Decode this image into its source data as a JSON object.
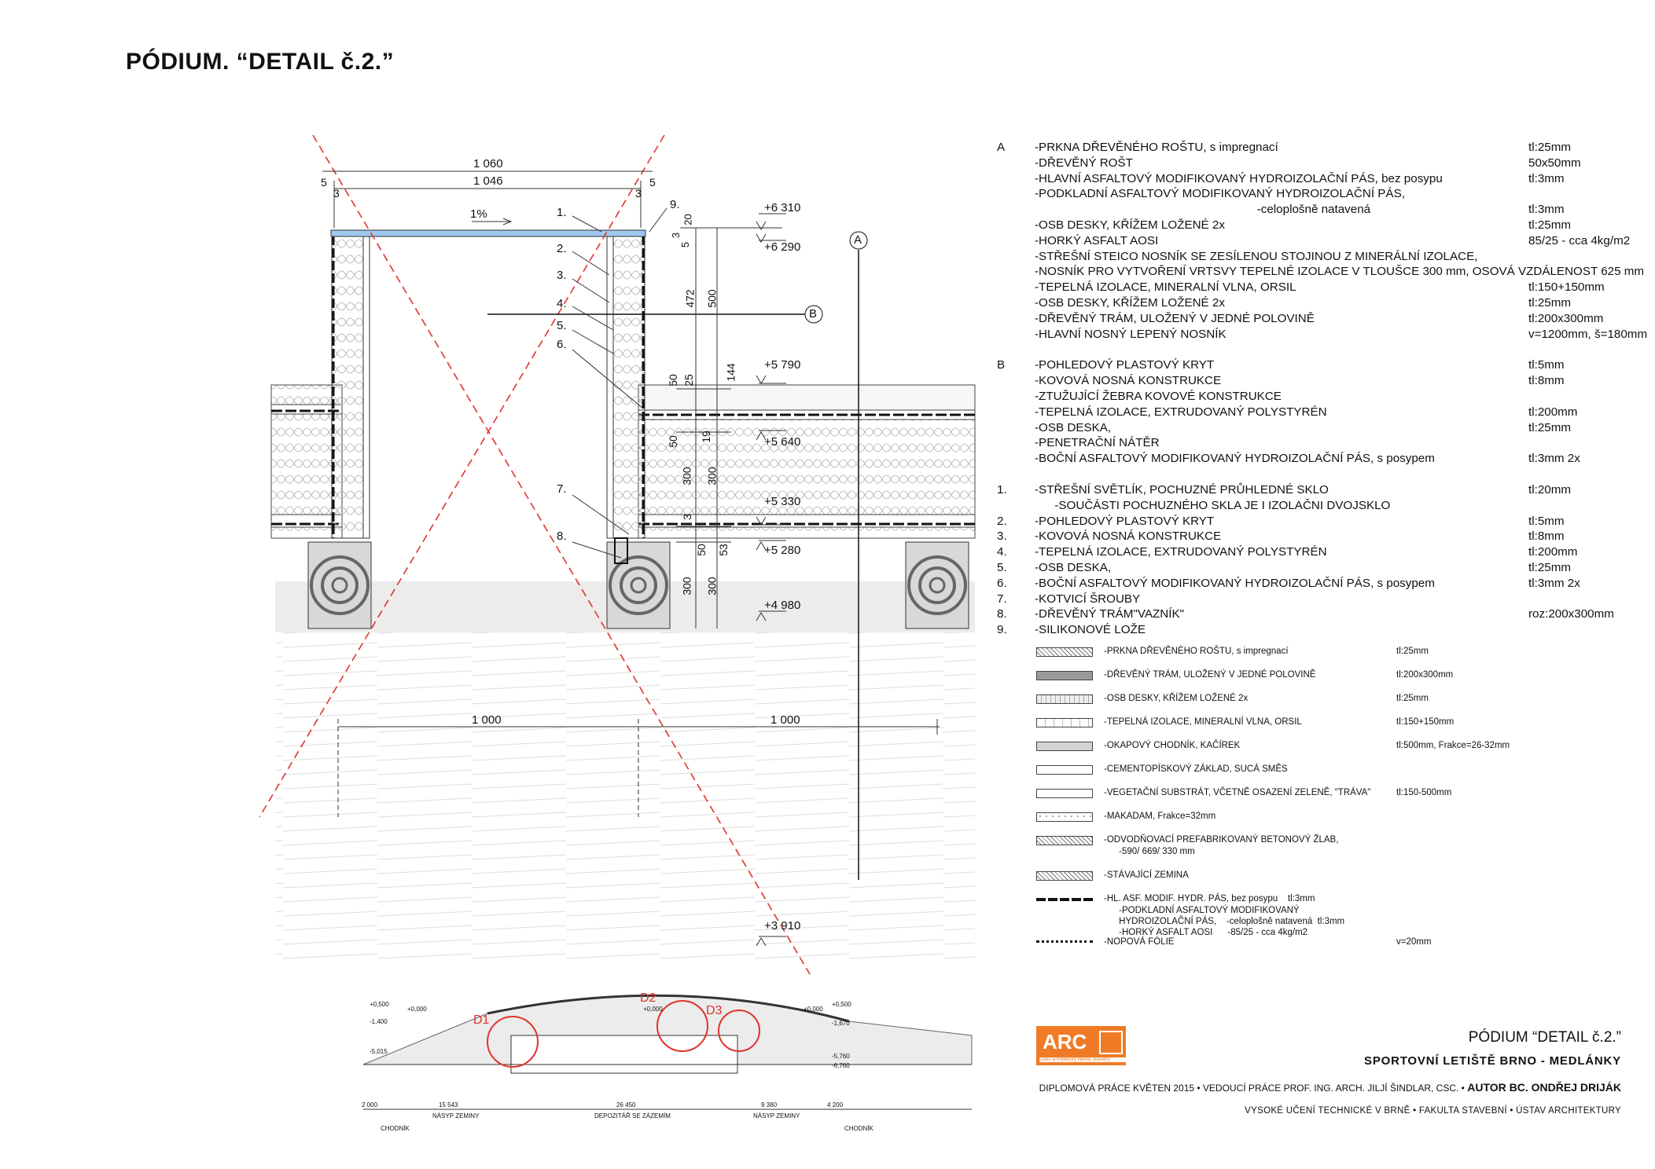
{
  "title": "PÓDIUM. “DETAIL č.2.”",
  "detail": {
    "dims": {
      "d1060": "1 060",
      "d1046": "1 046",
      "d5l": "5",
      "d3l": "3",
      "d5r": "5",
      "d3r": "3",
      "slope": "1%",
      "d20": "20",
      "d3": "3",
      "d5": "5",
      "d472": "472",
      "d500": "500",
      "d50a": "50",
      "d25": "25",
      "d144": "144",
      "d50b": "50",
      "d19": "19",
      "d300a": "300",
      "d300b": "300",
      "d3b": "3",
      "d50c": "50",
      "d53": "53",
      "d300c": "300",
      "d300d": "300",
      "d1000a": "1 000",
      "d1000b": "1 000"
    },
    "levels": [
      "+6 310",
      "+6 290",
      "+5 790",
      "+5 640",
      "+5 330",
      "+5 280",
      "+4 980",
      "+3 910"
    ],
    "callouts": [
      "1.",
      "2.",
      "3.",
      "4.",
      "5.",
      "6.",
      "7.",
      "8.",
      "9."
    ],
    "markers": {
      "a": "A",
      "b": "B"
    }
  },
  "spec": [
    {
      "code": "A",
      "desc": "-PRKNA DŘEVĚNÉHO ROŠTU, s impregnací",
      "val": "tl:25mm"
    },
    {
      "code": "",
      "desc": "-DŘEVĚNÝ ROŠT",
      "val": "50x50mm"
    },
    {
      "code": "",
      "desc": "-HLAVNÍ ASFALTOVÝ MODIFIKOVANÝ HYDROIZOLAČNÍ PÁS, bez posypu",
      "val": "tl:3mm"
    },
    {
      "code": "",
      "desc": "-PODKLADNÍ ASFALTOVÝ MODIFIKOVANÝ HYDROIZOLAČNÍ PÁS,",
      "val": ""
    },
    {
      "code": "",
      "desc": "                                                                   -celoplošně natavená",
      "val": "tl:3mm"
    },
    {
      "code": "",
      "desc": "-OSB DESKY, KŘÍŽEM LOŽENÉ 2x",
      "val": "tl:25mm"
    },
    {
      "code": "",
      "desc": "-HORKÝ ASFALT AOSI",
      "val": "85/25 - cca 4kg/m2"
    },
    {
      "code": "",
      "desc": "-STŘEŠNÍ STEICO NOSNÍK SE ZESÍLENOU STOJINOU Z MINERÁLNÍ IZOLACE,",
      "val": ""
    },
    {
      "code": "",
      "desc": "-NOSNÍK PRO VYTVOŘENÍ VRTSVY TEPELNÉ IZOLACE V TLOUŠCE 300 mm, OSOVÁ VZDÁLENOST 625 mm",
      "val": ""
    },
    {
      "code": "",
      "desc": "-TEPELNÁ IZOLACE, MINERALNÍ VLNA, ORSIL",
      "val": "tl:150+150mm"
    },
    {
      "code": "",
      "desc": "-OSB DESKY, KŘÍŽEM LOŽENÉ 2x",
      "val": "tl:25mm"
    },
    {
      "code": "",
      "desc": "-DŘEVĚNÝ TRÁM, ULOŽENÝ V JEDNÉ POLOVINĚ",
      "val": "tl:200x300mm"
    },
    {
      "code": "",
      "desc": "-HLAVNÍ NOSNÝ LEPENÝ NOSNÍK",
      "val": "v=1200mm, š=180mm"
    },
    {
      "gap": true
    },
    {
      "code": "B",
      "desc": "-POHLEDOVÝ PLASTOVÝ KRYT",
      "val": "tl:5mm"
    },
    {
      "code": "",
      "desc": "-KOVOVÁ NOSNÁ KONSTRUKCE",
      "val": "tl:8mm"
    },
    {
      "code": "",
      "desc": "-ZTUŽUJÍCÍ ŽEBRA KOVOVÉ KONSTRUKCE",
      "val": ""
    },
    {
      "code": "",
      "desc": "-TEPELNÁ IZOLACE, EXTRUDOVANÝ POLYSTYRÉN",
      "val": "tl:200mm"
    },
    {
      "code": "",
      "desc": "-OSB DESKA,",
      "val": "tl:25mm"
    },
    {
      "code": "",
      "desc": "-PENETRAČNÍ NÁTĚR",
      "val": ""
    },
    {
      "code": "",
      "desc": "-BOČNÍ ASFALTOVÝ MODIFIKOVANÝ HYDROIZOLAČNÍ PÁS, s posypem",
      "val": "tl:3mm 2x"
    },
    {
      "gap": true
    },
    {
      "code": "1.",
      "desc": "-STŘEŠNÍ SVĚTLÍK, POCHUZNÉ PRŮHLEDNÉ SKLO",
      "val": "tl:20mm"
    },
    {
      "code": "",
      "desc": "      -SOUČÁSTI POCHUZNÉHO SKLA JE I IZOLAČNI DVOJSKLO",
      "val": ""
    },
    {
      "code": "2.",
      "desc": "-POHLEDOVÝ PLASTOVÝ KRYT",
      "val": "tl:5mm"
    },
    {
      "code": "3.",
      "desc": "-KOVOVÁ NOSNÁ KONSTRUKCE",
      "val": "tl:8mm"
    },
    {
      "code": "4.",
      "desc": "-TEPELNÁ IZOLACE, EXTRUDOVANÝ POLYSTYRÉN",
      "val": "tl:200mm"
    },
    {
      "code": "5.",
      "desc": "-OSB DESKA,",
      "val": "tl:25mm"
    },
    {
      "code": "6.",
      "desc": "-BOČNÍ ASFALTOVÝ MODIFIKOVANÝ HYDROIZOLAČNÍ PÁS, s posypem",
      "val": "tl:3mm 2x"
    },
    {
      "code": "7.",
      "desc": "-KOTVICÍ ŠROUBY",
      "val": ""
    },
    {
      "code": "8.",
      "desc": "-DŘEVĚNÝ TRÁM\"VAZNÍK\"",
      "val": "roz:200x300mm"
    },
    {
      "code": "9.",
      "desc": "-SILIKONOVÉ LOŽE",
      "val": ""
    }
  ],
  "legend": [
    {
      "pattern": "hatch",
      "text": "-PRKNA DŘEVĚNÉHO ROŠTU, s impregnací",
      "val": "tl:25mm"
    },
    {
      "pattern": "timber",
      "text": "-DŘEVĚNÝ TRÁM, ULOŽENÝ V JEDNÉ POLOVINĚ",
      "val": "tl:200x300mm"
    },
    {
      "pattern": "osb",
      "text": "-OSB DESKY, KŘÍŽEM LOŽENÉ 2x",
      "val": "tl:25mm"
    },
    {
      "pattern": "insul",
      "text": "-TEPELNÁ IZOLACE, MINERALNÍ VLNA, ORSIL",
      "val": "tl:150+150mm"
    },
    {
      "pattern": "gravel",
      "text": "-OKAPOVÝ CHODNÍK, KAČÍREK",
      "val": "tl:500mm, Frakce=26-32mm"
    },
    {
      "pattern": "plain",
      "text": "-CEMENTOPÍSKOVÝ ZÁKLAD, SUCÁ SMĚS",
      "val": ""
    },
    {
      "pattern": "plain",
      "text": "-VEGETAČNÍ SUBSTRÁT, VČETNĚ OSAZENÍ ZELENĚ, \"TRÁVA\"",
      "val": "tl:150-500mm"
    },
    {
      "pattern": "dots",
      "text": "-MAKADAM, Frakce=32mm",
      "val": ""
    },
    {
      "pattern": "dense",
      "text": "-ODVODŇOVACÍ PREFABRIKOVANÝ BETONOVÝ ŽLAB,",
      "val": "",
      "text2": "      -590/ 669/ 330 mm"
    },
    {
      "pattern": "diag",
      "text": "-STÁVAJÍCÍ ZEMINA",
      "val": ""
    },
    {
      "pattern": "dash",
      "text": "-HL. ASF. MODIF. HYDR. PÁS, bez posypu    tl:3mm",
      "val": "",
      "lines": [
        "      -PODKLADNÍ ASFALTOVÝ MODIFIKOVANÝ",
        "      HYDROIZOLAČNÍ PÁS,    -celoplošně natavená  tl:3mm",
        "      -HORKÝ ASFALT AOSI      -85/25 - cca 4kg/m2"
      ]
    },
    {
      "pattern": "wave",
      "text": "-NOPOVÁ FÓLIE",
      "val": "v=20mm"
    }
  ],
  "section": {
    "labels": {
      "d1": "D1",
      "d2": "D2",
      "d3": "D3"
    },
    "levels": [
      "+0,500",
      "+0,000",
      "-1,400",
      "-5,015",
      "+0,000",
      "+0,500",
      "+0,000",
      "-1,670",
      "-5,760",
      "-6,760"
    ],
    "dims": [
      "2 000",
      "15 543",
      "26 450",
      "9 380",
      "4 200"
    ],
    "zones": [
      "NÁSYP ZEMINY",
      "DEPOZITÁŘ SE ZÁZEMÍM",
      "NÁSYP ZEMINY"
    ],
    "chodnik": [
      "CHODNÍK",
      "CHODNÍK"
    ]
  },
  "titleblock": {
    "logo": "ARC",
    "logo_sub": "ústav architektury fakulty stavební",
    "sheet": "PÓDIUM “DETAIL č.2.”",
    "project": "SPORTOVNÍ LETIŠTĚ BRNO - MEDLÁNKY",
    "info": "DIPLOMOVÁ PRÁCE KVĚTEN 2015 • VEDOUCÍ PRÁCE  PROF. ING. ARCH. JILJÍ ŠINDLAR, CSC. •",
    "author": " AUTOR  BC. ONDŘEJ DRIJÁK",
    "school": "VYSOKÉ UČENÍ TECHNICKÉ V BRNĚ  •  FAKULTA STAVEBNÍ  •  ÚSTAV ARCHITEKTURY"
  },
  "colors": {
    "glass": "#9ec8f0",
    "red": "#e0342c",
    "line": "#111111",
    "orange": "#f07b27"
  }
}
